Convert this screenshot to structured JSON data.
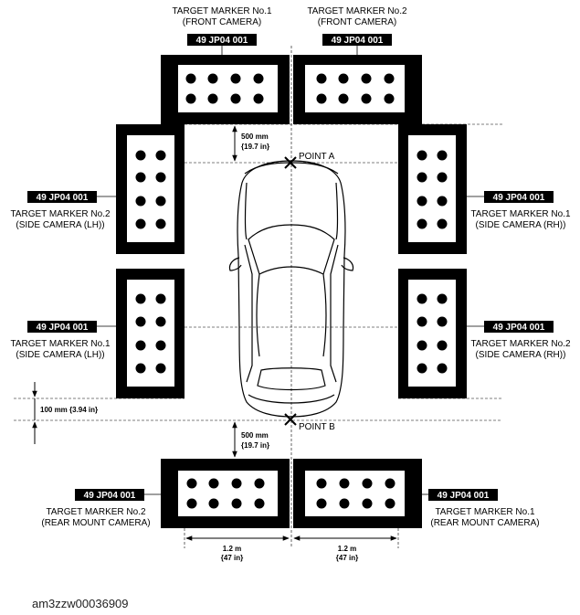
{
  "markers": {
    "front_no1": {
      "title": "TARGET MARKER No.1",
      "sub": "(FRONT CAMERA)",
      "part": "49 JP04 001"
    },
    "front_no2": {
      "title": "TARGET MARKER No.2",
      "sub": "(FRONT CAMERA)",
      "part": "49 JP04 001"
    },
    "side_lh_no2": {
      "title": "TARGET MARKER No.2",
      "sub": "(SIDE CAMERA (LH))",
      "part": "49 JP04 001"
    },
    "side_rh_no1": {
      "title": "TARGET MARKER No.1",
      "sub": "(SIDE CAMERA (RH))",
      "part": "49 JP04 001"
    },
    "side_lh_no1": {
      "title": "TARGET MARKER No.1",
      "sub": "(SIDE CAMERA (LH))",
      "part": "49 JP04 001"
    },
    "side_rh_no2": {
      "title": "TARGET MARKER No.2",
      "sub": "(SIDE CAMERA (RH))",
      "part": "49 JP04 001"
    },
    "rear_no2": {
      "title": "TARGET MARKER No.2",
      "sub": "(REAR MOUNT CAMERA)",
      "part": "49 JP04 001"
    },
    "rear_no1": {
      "title": "TARGET MARKER No.1",
      "sub": "(REAR MOUNT CAMERA)",
      "part": "49 JP04 001"
    }
  },
  "points": {
    "a": "POINT A",
    "b": "POINT B"
  },
  "dimensions": {
    "front_gap": {
      "mm": "500 mm",
      "in": "{19.7 in}"
    },
    "rear_gap": {
      "mm": "500 mm",
      "in": "{19.7 in}"
    },
    "side_offset": "100 mm {3.94 in}",
    "rear_left_width": {
      "m": "1.2 m",
      "in": "{47 in}"
    },
    "rear_right_width": {
      "m": "1.2 m",
      "in": "{47 in}"
    }
  },
  "figure_id": "am3zzw00036909"
}
